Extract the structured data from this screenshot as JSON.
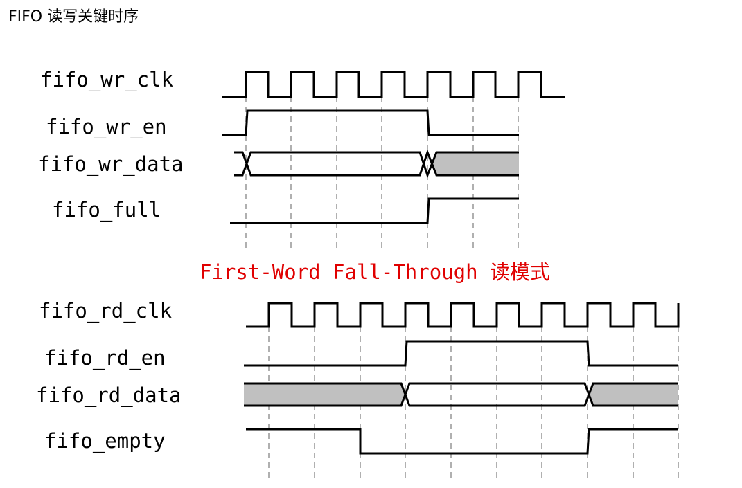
{
  "title": "FIFO 读写关键时序",
  "write_section": {
    "signals": [
      "fifo_wr_clk",
      "fifo_wr_en",
      "fifo_wr_data",
      "fifo_full"
    ]
  },
  "mode_label": "First-Word Fall-Through 读模式",
  "read_section": {
    "signals": [
      "fifo_rd_clk",
      "fifo_rd_en",
      "fifo_rd_data",
      "fifo_empty"
    ]
  },
  "colors": {
    "wave": "#000000",
    "gridline": "#b0b0b0",
    "data_fill_invalid": "#c0c0c0",
    "mode_label": "#e00000"
  }
}
